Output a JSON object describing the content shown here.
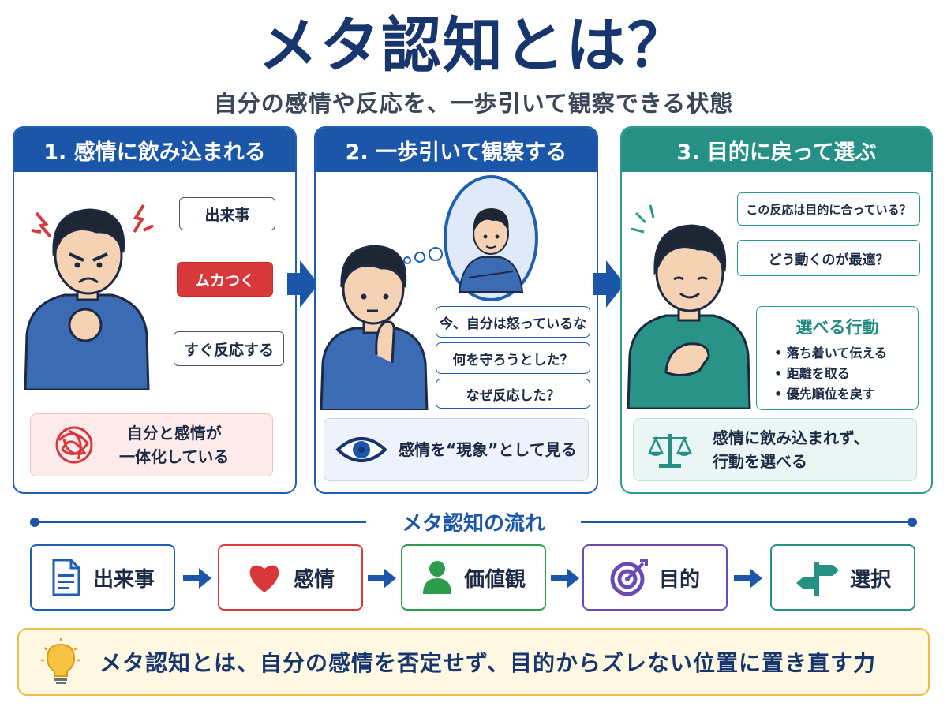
{
  "title": "メタ認知とは？",
  "subtitle": "自分の感情や反応を、一歩引いて観察できる状態",
  "panels": [
    {
      "heading": "1. 感情に飲み込まれる",
      "chain": [
        "出来事",
        "ムカつく",
        "すぐ反応する"
      ],
      "note": [
        "自分と感情が",
        "一体化している"
      ]
    },
    {
      "heading": "2. 一歩引いて観察する",
      "thoughts": [
        "今、自分は怒っているな",
        "何を守ろうとした？",
        "なぜ反応した？"
      ],
      "note": [
        "感情を“現象”として見る"
      ]
    },
    {
      "heading": "3. 目的に戻って選ぶ",
      "questions": [
        "この反応は目的に合っている？",
        "どう動くのが最適？"
      ],
      "choice_title": "選べる行動",
      "choices": [
        "• 落ち着いて伝える",
        "• 距離を取る",
        "• 優先順位を戻す"
      ],
      "note": [
        "感情に飲み込まれず、",
        "行動を選べる"
      ]
    }
  ],
  "flow": {
    "title": "メタ認知の流れ",
    "steps": [
      {
        "label": "出来事",
        "icon": "document-icon",
        "color": "#1f5fb3"
      },
      {
        "label": "感情",
        "icon": "heart-icon",
        "color": "#d8383a"
      },
      {
        "label": "価値観",
        "icon": "person-icon",
        "color": "#2c9b4c"
      },
      {
        "label": "目的",
        "icon": "target-icon",
        "color": "#6b4bb3"
      },
      {
        "label": "選択",
        "icon": "signpost-icon",
        "color": "#269085"
      }
    ]
  },
  "conclusion": "メタ認知とは、自分の感情を否定せず、目的からズレない位置に置き直す力",
  "colors": {
    "navy": "#17366e",
    "blue": "#1b56a8",
    "teal": "#269085",
    "red": "#d8383a",
    "gold": "#e9bf4a"
  }
}
